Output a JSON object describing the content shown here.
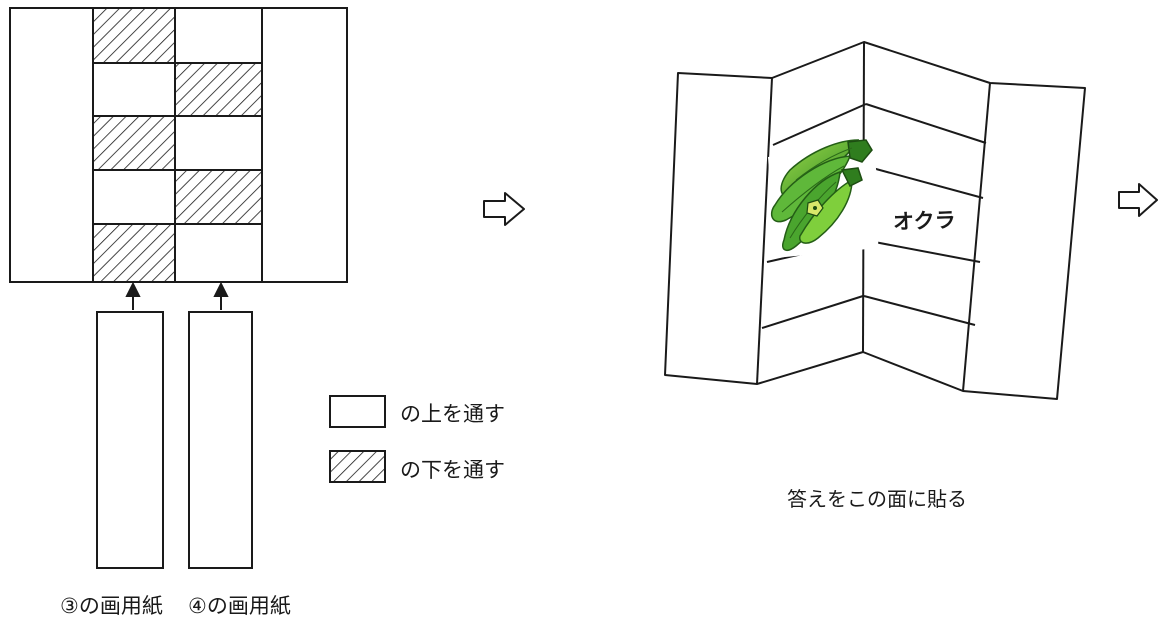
{
  "strip_labels": {
    "strip3": "③の画用紙",
    "strip4": "④の画用紙"
  },
  "legend": {
    "over": "の上を通す",
    "under": "の下を通す"
  },
  "card": {
    "okra_label": "オクラ",
    "caption": "答えをこの面に貼る"
  },
  "icons": [
    "arrow-right-outline-icon",
    "arrow-up-icon",
    "okra-illustration-icon"
  ],
  "colors": {
    "okra_green": "#3f9a2a",
    "okra_light": "#7fcf3c",
    "ink": "#1a1a1a"
  }
}
